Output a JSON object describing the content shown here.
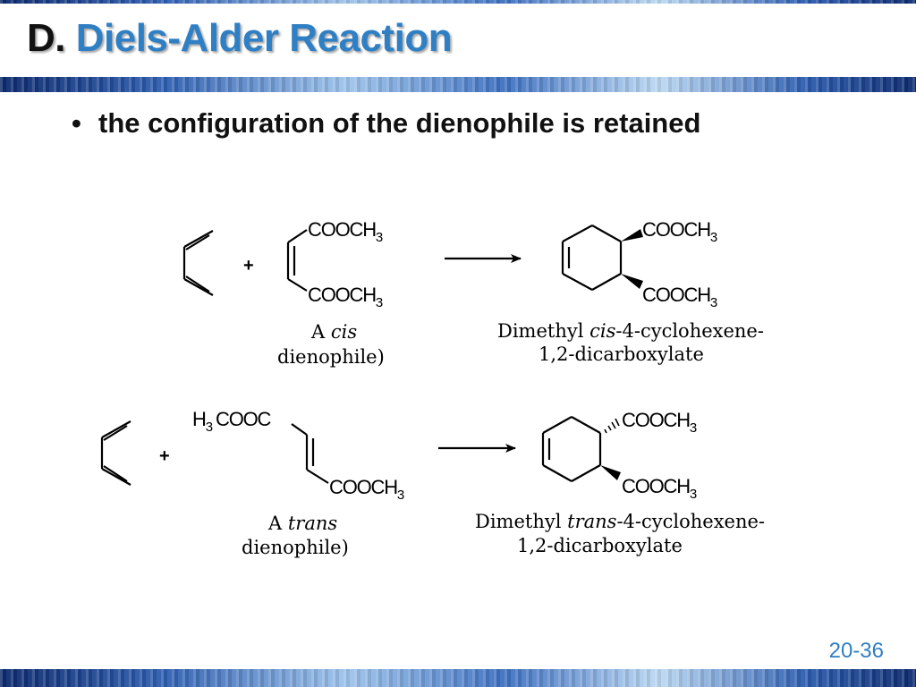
{
  "slide": {
    "title_letter": "D.",
    "title_text": "Diels-Alder Reaction",
    "bullet": "the configuration of the dienophile is retained",
    "page_number": "20-36"
  },
  "reaction_cis": {
    "plus": "+",
    "dienophile_group": "COOCH",
    "subscript": "3",
    "reactant_label_line1_prefix": "A ",
    "reactant_label_line1_italic": "cis",
    "reactant_label_line2": "dienophile)",
    "product_group": "COOCH",
    "product_label_line1_prefix": "Dimethyl ",
    "product_label_line1_italic": "cis",
    "product_label_line1_suffix": "-4-cyclohexene-",
    "product_label_line2": "1,2-dicarboxylate"
  },
  "reaction_trans": {
    "plus": "+",
    "dienophile_top_h": "H",
    "dienophile_top_sub": "3",
    "dienophile_top_rest": "COOC",
    "dienophile_group": "COOCH",
    "subscript": "3",
    "reactant_label_line1_prefix": "A ",
    "reactant_label_line1_italic": "trans",
    "reactant_label_line2": "dienophile)",
    "product_group": "COOCH",
    "product_label_line1_prefix": "Dimethyl ",
    "product_label_line1_italic": "trans",
    "product_label_line1_suffix": "-4-cyclohexene-",
    "product_label_line2": "1,2-dicarboxylate"
  },
  "colors": {
    "title_accent": "#2f7fc4",
    "page_number": "#2f7fc4",
    "band": "#2f5fb0"
  }
}
